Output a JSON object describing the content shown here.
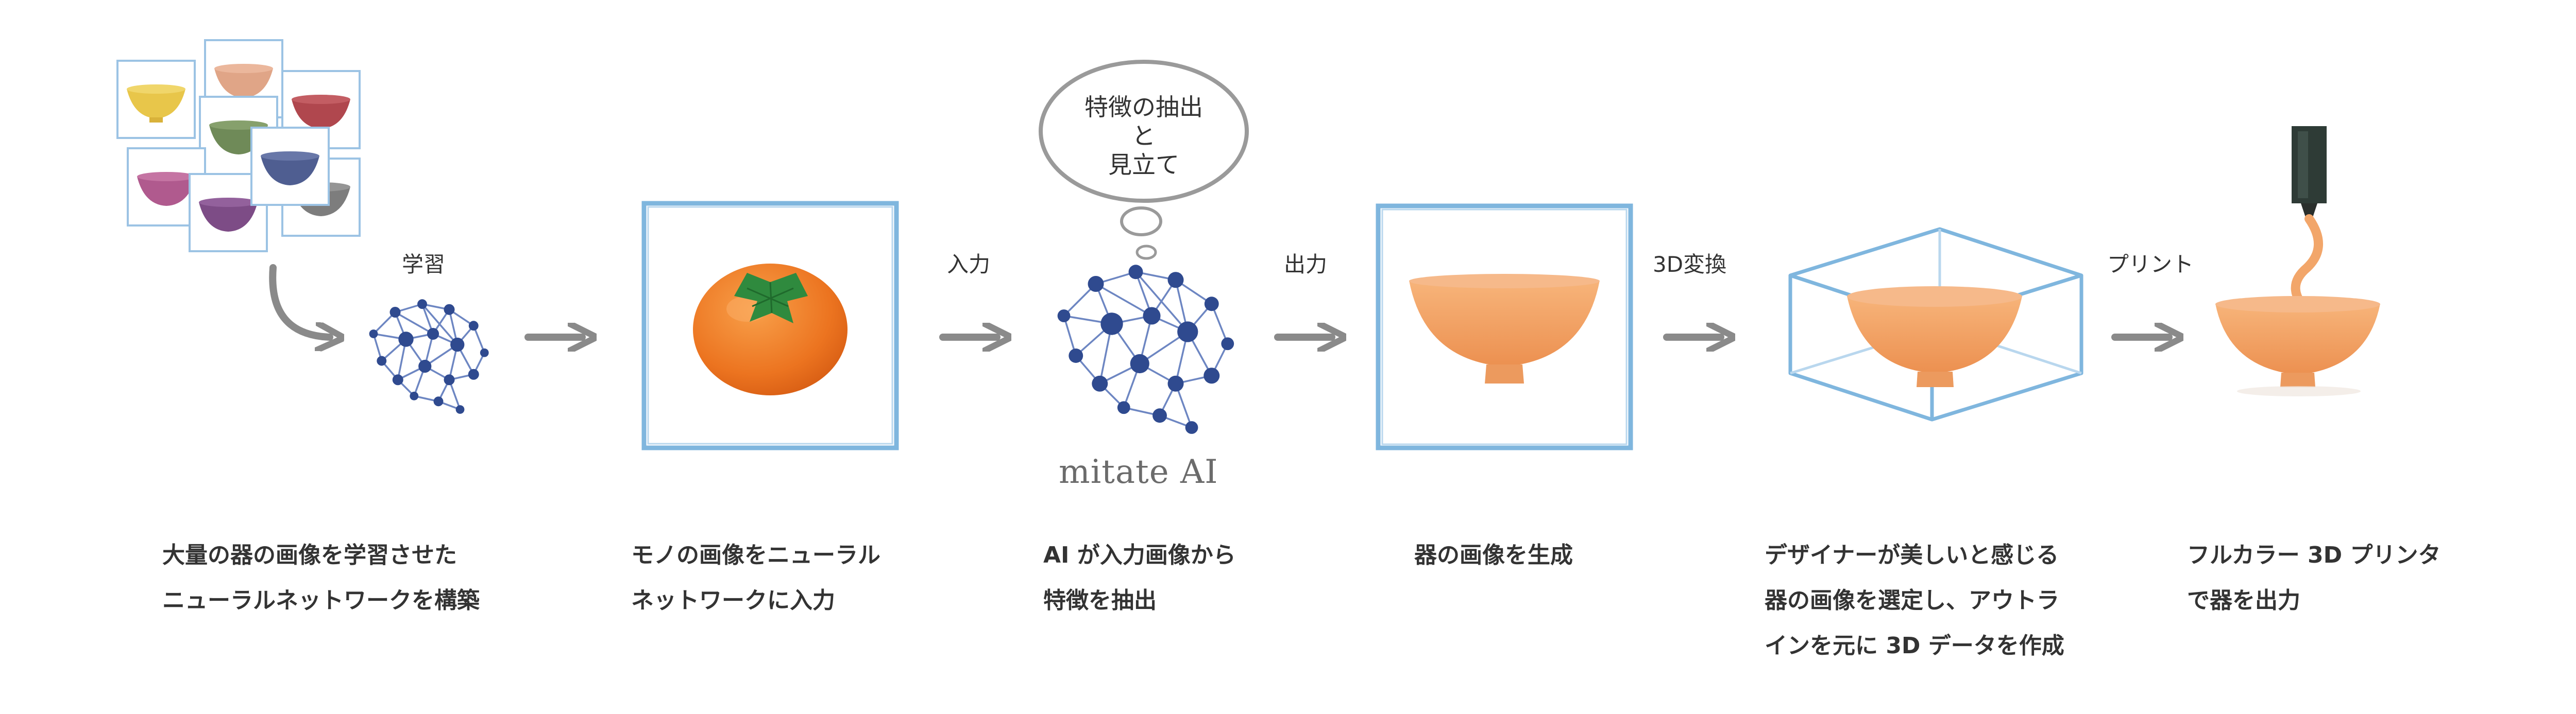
{
  "labels": {
    "learn": "学習",
    "input": "入力",
    "output": "出力",
    "convert3d": "3D変換",
    "print": "プリント"
  },
  "thought": {
    "line1": "特徴の抽出",
    "line2": "と",
    "line3": "見立て"
  },
  "brand": "mitate AI",
  "captions": [
    {
      "lines": [
        "大量の器の画像を学習させた",
        "ニューラルネットワークを構築"
      ]
    },
    {
      "lines": [
        "モノの画像をニューラル",
        "ネットワークに入力"
      ]
    },
    {
      "lines": [
        "AI が入力画像から",
        "特徴を抽出"
      ]
    },
    {
      "lines": [
        "器の画像を生成"
      ]
    },
    {
      "lines": [
        "デザイナーが美しいと感じる",
        "器の画像を選定し、アウトラ",
        "インを元に 3D データを作成"
      ]
    },
    {
      "lines": [
        "フルカラー 3D プリンタ",
        "で器を出力"
      ]
    }
  ],
  "colors": {
    "frame_blue": "#7fb6de",
    "network_blue": "#2f4a8f",
    "arrow_gray": "#8a8a8a",
    "persimmon": "#ee7a1f",
    "leaf_green": "#2f8a3e",
    "bowl_orange": "#f2a66a",
    "printer_dark": "#2e3b36"
  },
  "icons": [
    "bowl-collage-icon",
    "neural-network-icon",
    "persimmon-icon",
    "thought-bubble-icon",
    "bowl-icon",
    "3d-box-icon",
    "3d-printer-icon",
    "arrow-icon"
  ]
}
